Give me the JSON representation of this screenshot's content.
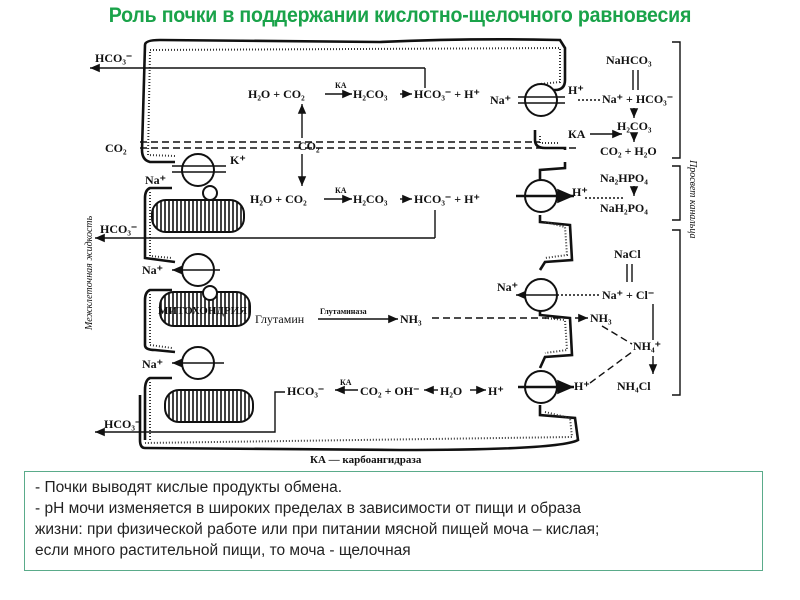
{
  "title": "Роль почки в поддержании кислотно-щелочного равновесия",
  "diagram": {
    "side_labels": {
      "interstitial_fluid": "Межклеточная жидкость",
      "tubule_lumen": "Просвет канальца"
    },
    "legend": "КА — карбоангидраза",
    "mitochondria_label": "МИТОХОНДРИЯ",
    "left_species": {
      "hco3_top": "HCO₃⁻",
      "co2": "CO₂",
      "na_1": "Na⁺",
      "k": "K⁺",
      "hco3_mid": "HCO₃⁻",
      "na_2": "Na⁺",
      "na_3": "Na⁺",
      "hco3_bottom": "HCO₃⁻"
    },
    "reactions": {
      "row1": [
        "H₂O + CO₂",
        "КА",
        "H₂CO₃",
        "HCO₃⁻ + H⁺"
      ],
      "co2_center": "CO₂",
      "row2": [
        "H₂O + CO₂",
        "КА",
        "H₂CO₃",
        "HCO₃⁻ + H⁺"
      ],
      "row3": [
        "Глутамин",
        "Глутаминаза",
        "NH₃"
      ],
      "row4": [
        "HCO₃⁻",
        "КА",
        "CO₂ + OH⁻",
        "H₂O",
        "H⁺"
      ]
    },
    "apical": {
      "na_row1": "Na⁺",
      "h_row1": "H⁺",
      "h_row2": "H⁺",
      "na_row3": "Na⁺",
      "h_row4": "H⁺",
      "h_row4_out": "H⁺"
    },
    "lumen": {
      "bicarbonate_buffer": [
        "NaHCO₃",
        "Na⁺ + HCO₃⁻",
        "H₂CO₃",
        "КА",
        "CO₂ + H₂O"
      ],
      "phosphate_buffer": [
        "Na₂HPO₄",
        "NaH₂PO₄"
      ],
      "ammonia_buffer": [
        "NaCl",
        "Na⁺ + Cl⁻",
        "NH₃",
        "NH₄⁺",
        "NH₄Cl"
      ]
    }
  },
  "notes": [
    "- Почки выводят кислые продукты обмена.",
    "- pH мочи изменяется в широких пределах в зависимости от пищи и образа",
    "жизни: при физической работе или при питании мясной пищей моча – кислая;",
    "если много растительной пищи, то моча - щелочная"
  ],
  "colors": {
    "title": "#1aa34a",
    "notes_border": "#5aab8a"
  }
}
